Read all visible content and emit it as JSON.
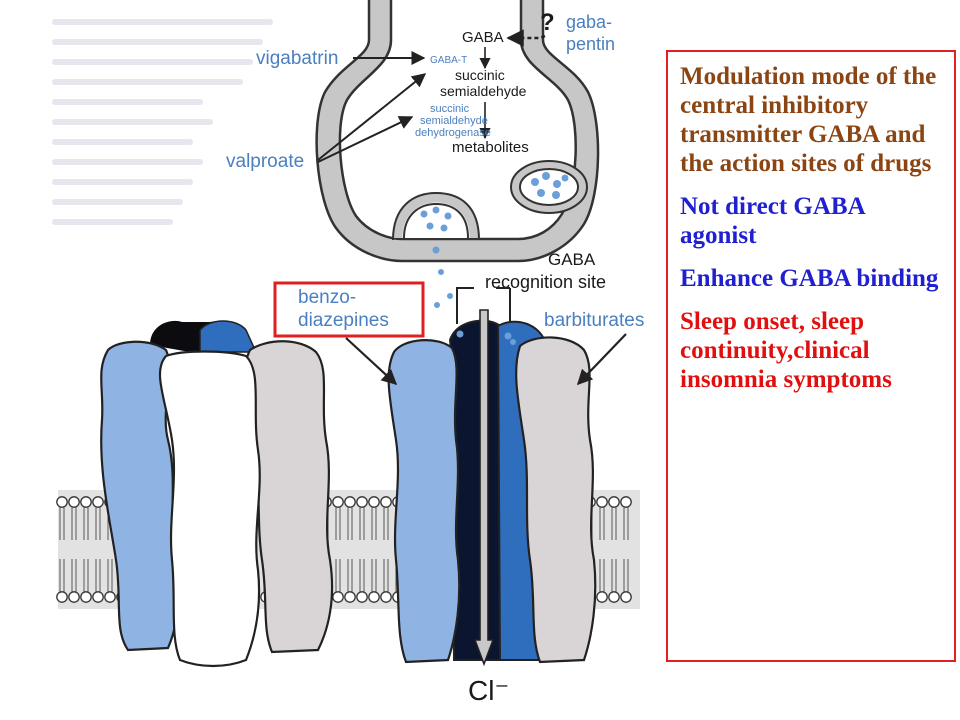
{
  "diagram": {
    "labels": {
      "gaba_top": "GABA",
      "question": "?",
      "gabapentin_1": "gaba-",
      "gabapentin_2": "pentin",
      "vigabatrin": "vigabatrin",
      "gaba_t": "GABA-T",
      "succinic_1": "succinic",
      "succinic_2": "semialdehyde",
      "ssadh_1": "succinic",
      "ssadh_2": "semialdehyde",
      "ssadh_3": "dehydrogenase",
      "metabolites": "metabolites",
      "valproate": "valproate",
      "gaba_bottom": "GABA",
      "recognition_site": "recognition site",
      "benzo_1": "benzo-",
      "benzo_2": "diazepines",
      "barbiturates": "barbiturates",
      "chloride": "Cl⁻"
    },
    "colors": {
      "light_blue": "#8fb4e3",
      "mid_blue": "#2f6dbd",
      "dark_navy": "#0b1530",
      "pale_gray": "#d9d4d6",
      "highlight_red": "#e02020"
    }
  },
  "textbox": {
    "heading": "Modulation mode of the central inhibitory transmitter GABA and the action sites of drugs",
    "point1": "Not direct GABA agonist",
    "point2": "Enhance GABA binding",
    "point3": "Sleep onset, sleep continuity,clinical insomnia symptoms"
  }
}
